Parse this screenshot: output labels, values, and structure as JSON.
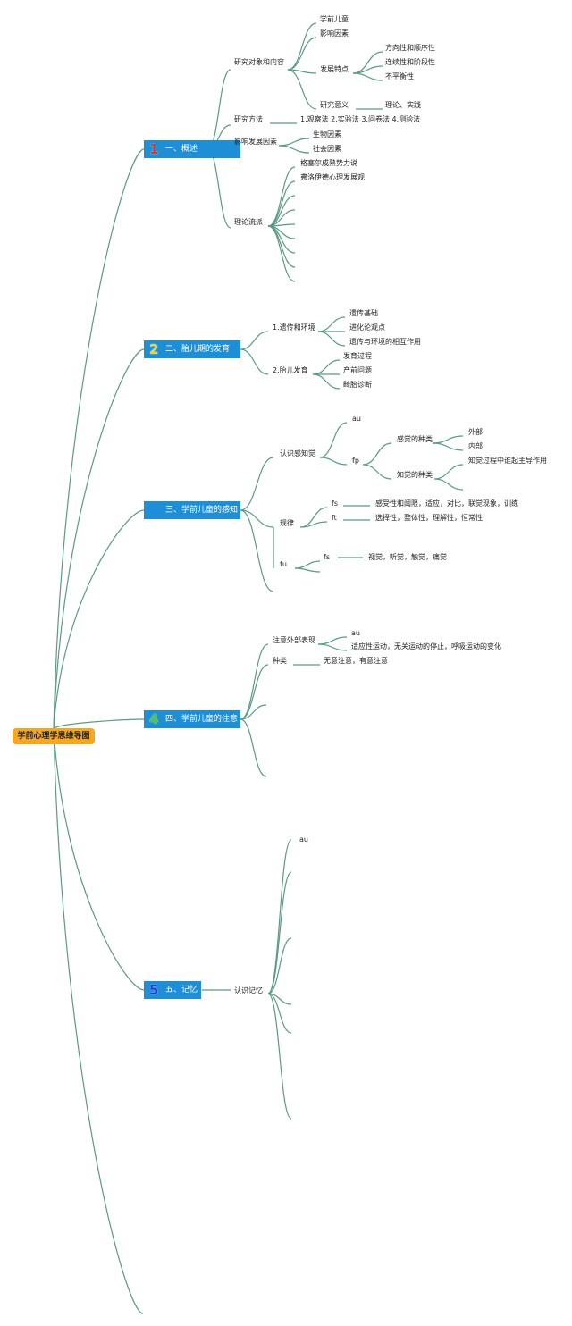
{
  "root": {
    "label": "学前心理学思维导图"
  },
  "sections": [
    {
      "num": "1",
      "num_color": "#e8312a",
      "title": "一、概述",
      "nodes": [
        {
          "label": "研究对象和内容"
        },
        {
          "label": "学前儿童"
        },
        {
          "label": "影响因素"
        },
        {
          "label": "发展特点"
        },
        {
          "label": "方向性和顺序性"
        },
        {
          "label": "连续性和阶段性"
        },
        {
          "label": "不平衡性"
        },
        {
          "label": "研究意义"
        },
        {
          "label": "理论、实践"
        },
        {
          "label": "研究方法"
        },
        {
          "label": "1.观察法 2.实验法 3.问卷法 4.测验法"
        },
        {
          "label": "影响发展因素"
        },
        {
          "label": "生物因素"
        },
        {
          "label": "社会因素"
        },
        {
          "label": "理论流派"
        },
        {
          "label": "格塞尔成熟势力说"
        },
        {
          "label": "弗洛伊德心理发展观"
        }
      ]
    },
    {
      "num": "2",
      "num_color": "#f2d43a",
      "title": "二、胎儿期的发育",
      "nodes": [
        {
          "label": "1.遗传和环境"
        },
        {
          "label": "遗传基础"
        },
        {
          "label": "进化论观点"
        },
        {
          "label": "遗传与环境的相互作用"
        },
        {
          "label": "2.胎儿发育"
        },
        {
          "label": "发育过程"
        },
        {
          "label": "产前问题"
        },
        {
          "label": "畸胎诊断"
        }
      ]
    },
    {
      "num": "",
      "num_color": "#ffffff",
      "title": "三、学前儿童的感知觉",
      "nodes": [
        {
          "label": "认识感知觉"
        },
        {
          "label": "au"
        },
        {
          "label": "fp"
        },
        {
          "label": "感觉的种类"
        },
        {
          "label": "外部"
        },
        {
          "label": "内部"
        },
        {
          "label": "知觉的种类"
        },
        {
          "label": "知觉过程中谁起主导作用"
        },
        {
          "label": "规律"
        },
        {
          "label": "fs"
        },
        {
          "label": "感受性和阈限，适应，对比，联觉现象，训练"
        },
        {
          "label": "ft"
        },
        {
          "label": "选择性，整体性，理解性，恒常性"
        },
        {
          "label": "fu"
        },
        {
          "label": "fs"
        },
        {
          "label": "视觉，听觉，触觉，痛觉"
        }
      ]
    },
    {
      "num": "4",
      "num_color": "#4cc24a",
      "title": "四、学前儿童的注意",
      "nodes": [
        {
          "label": "注意外部表现"
        },
        {
          "label": "au"
        },
        {
          "label": "适应性运动，无关运动的停止，呼吸运动的变化"
        },
        {
          "label": "种类"
        },
        {
          "label": "无意注意，有意注意"
        }
      ]
    },
    {
      "num": "5",
      "num_color": "#1a3fd6",
      "title": "五、记忆",
      "nodes": [
        {
          "label": "认识记忆"
        },
        {
          "label": "au"
        }
      ]
    }
  ],
  "colors": {
    "link": "#5a9a82",
    "section_fill": "#1e8fd6",
    "root_fill": "#f5a623"
  }
}
